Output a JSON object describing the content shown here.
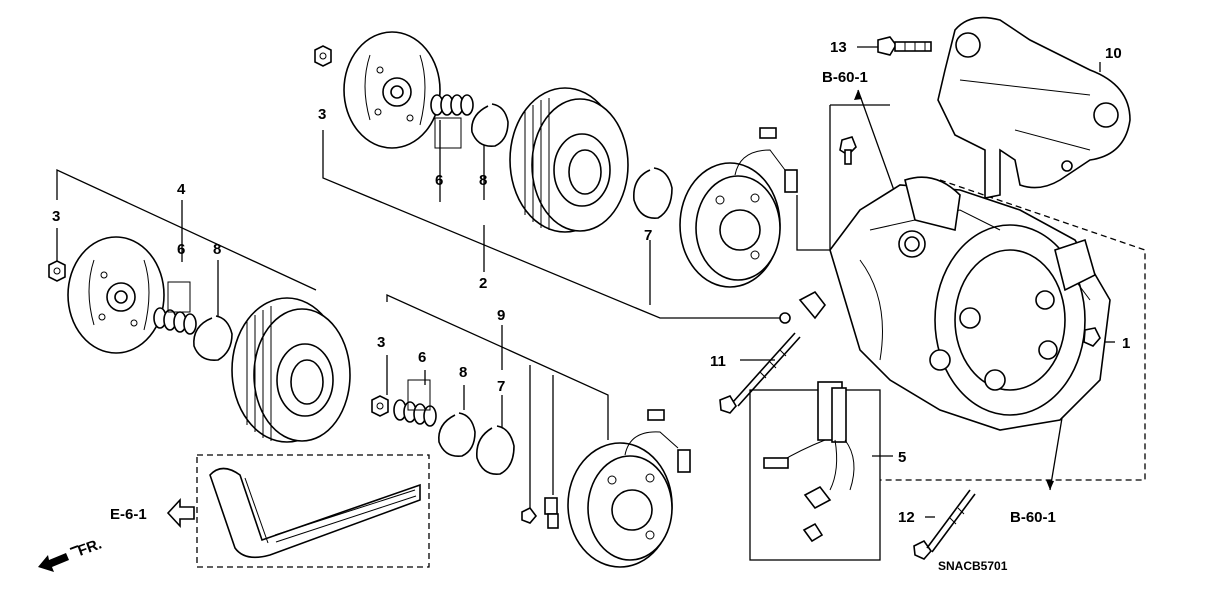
{
  "callouts": {
    "c1": "1",
    "c2": "2",
    "c3a": "3",
    "c3b": "3",
    "c3c": "3",
    "c4": "4",
    "c5": "5",
    "c6a": "6",
    "c6b": "6",
    "c6c": "6",
    "c7a": "7",
    "c7b": "7",
    "c8a": "8",
    "c8b": "8",
    "c8c": "8",
    "c9": "9",
    "c10": "10",
    "c11": "11",
    "c12": "12",
    "c13": "13"
  },
  "references": {
    "b60_top": "B-60-1",
    "b60_bottom": "B-60-1",
    "e61": "E-6-1",
    "front": "FR."
  },
  "diagram_code": "SNACB5701"
}
